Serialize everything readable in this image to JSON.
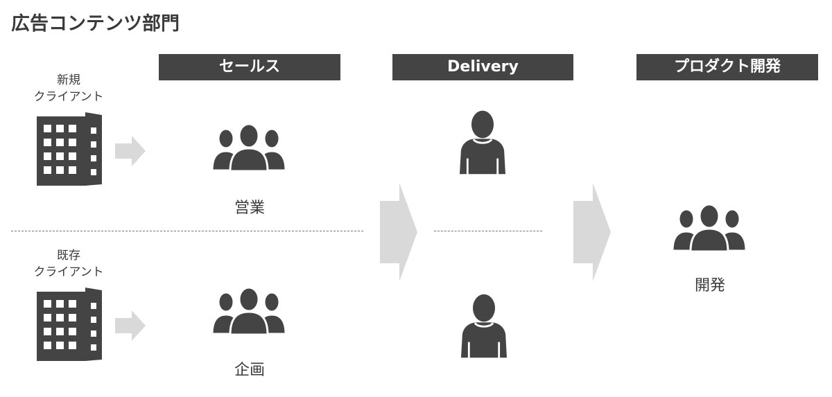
{
  "title": "広告コンテンツ部門",
  "headers": {
    "sales": "セールス",
    "delivery": "Delivery",
    "product": "プロダクト開発"
  },
  "clients": {
    "new": {
      "line1": "新規",
      "line2": "クライアント"
    },
    "existing": {
      "line1": "既存",
      "line2": "クライアント"
    }
  },
  "roles": {
    "eigyo": "営業",
    "kikaku": "企画",
    "kaihatsu": "開発"
  },
  "icons": {
    "building": "building-icon",
    "group": "group-icon",
    "person": "person-icon",
    "arrow": "arrow-right-icon"
  },
  "colors": {
    "dark": "#444444",
    "arrow": "#d9d9d9",
    "text": "#3a3a3a"
  }
}
